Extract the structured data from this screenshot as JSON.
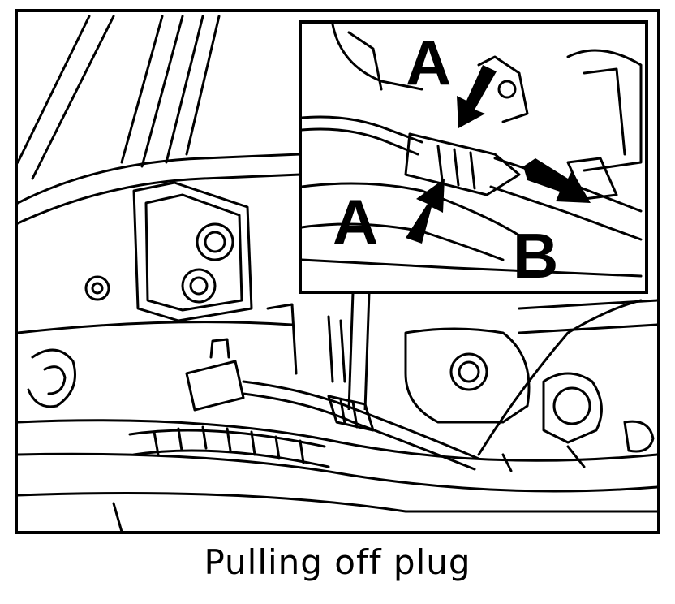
{
  "caption": "Pulling off plug",
  "callouts": {
    "a_top": "A",
    "a_bottom": "A",
    "b": "B"
  },
  "colors": {
    "line": "#000000",
    "background": "#ffffff"
  }
}
